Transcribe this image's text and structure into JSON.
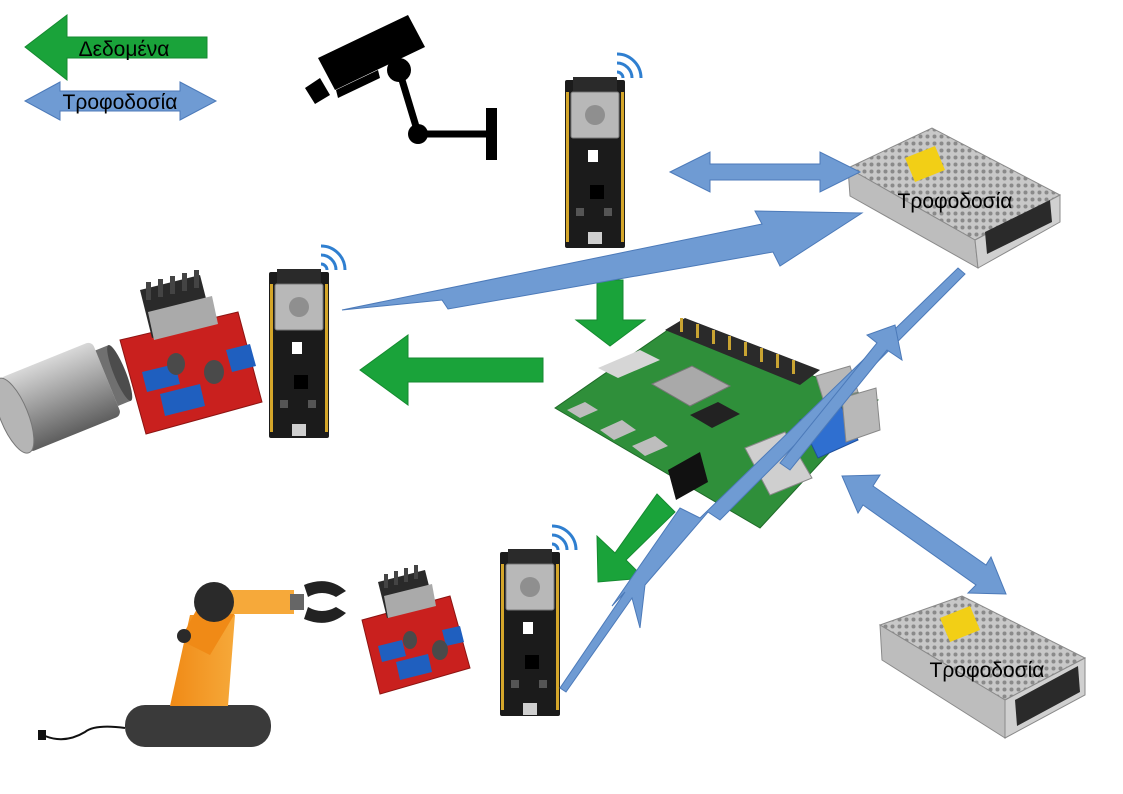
{
  "legend": {
    "data_label": "Δεδομένα",
    "power_label": "Τροφοδοσία"
  },
  "power_supplies": [
    {
      "label": "Τροφοδοσία"
    },
    {
      "label": "Τροφοδοσία"
    }
  ],
  "colors": {
    "data_arrow": "#1aa33a",
    "power_arrow": "#6f9bd3",
    "power_arrow_stroke": "#4c7ab9",
    "wifi": "#2f7fd0",
    "pcb_green": "#2f8f3a",
    "driver_red": "#c9201e"
  },
  "icons": [
    "security-camera-icon",
    "wifi-icon",
    "dc-motor-icon",
    "robot-arm-icon",
    "power-plug-icon"
  ]
}
